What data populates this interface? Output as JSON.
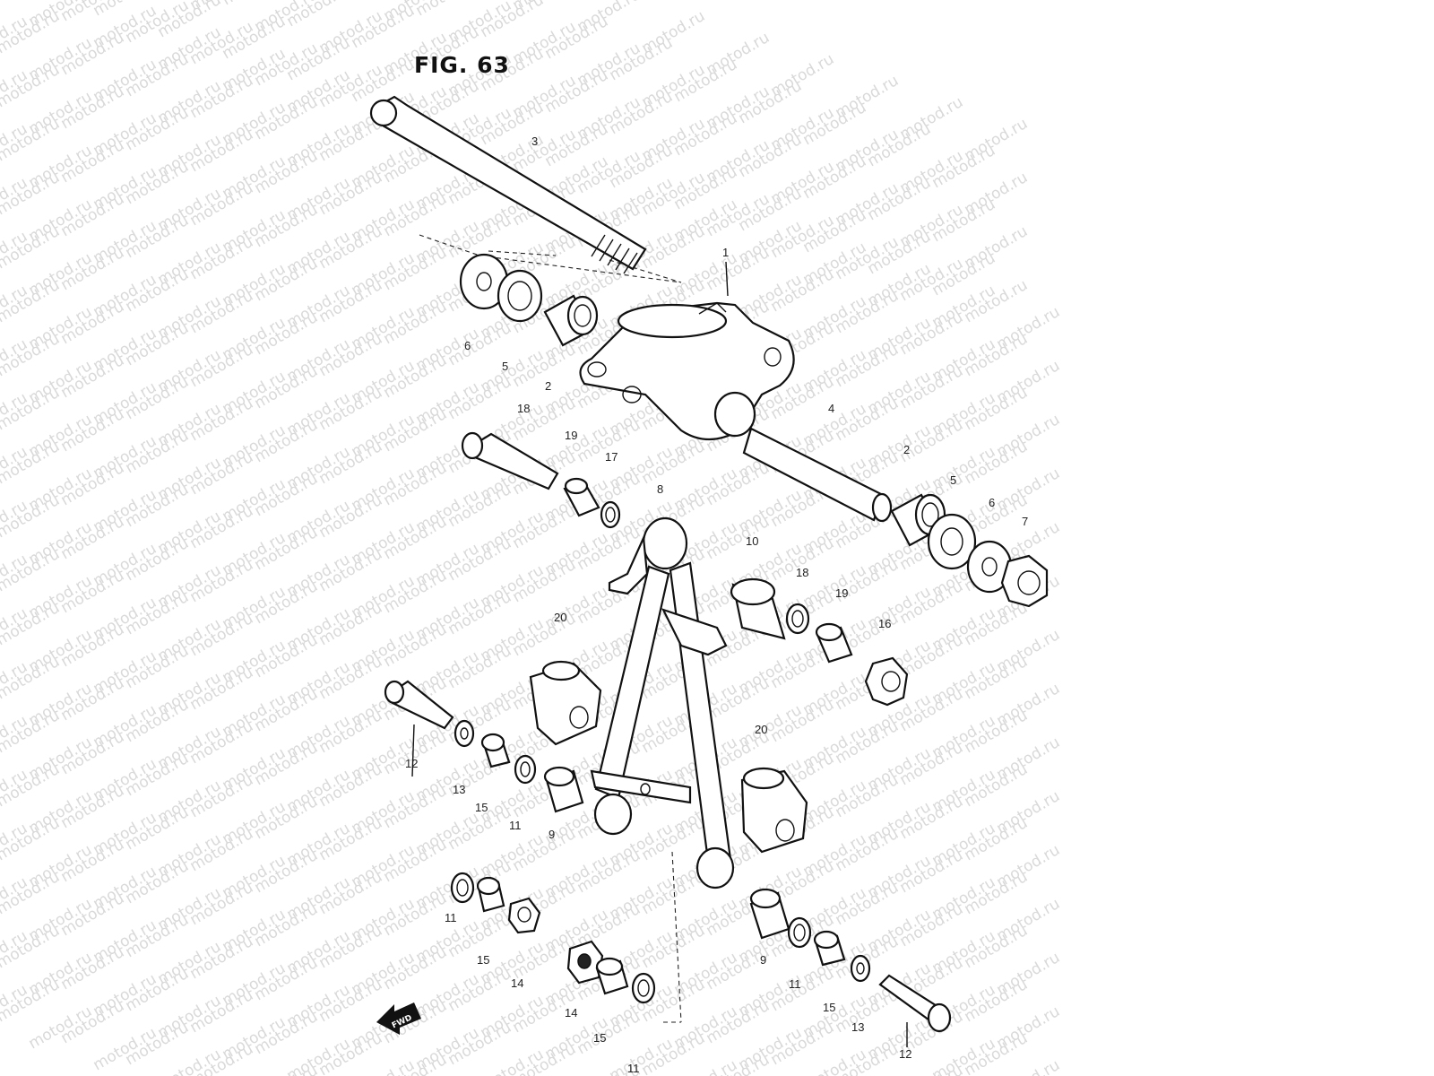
{
  "figure": {
    "title": "FIG. 63",
    "watermark_text": "motod.ru",
    "front_marker": "FWD"
  },
  "labels": [
    {
      "id": "1",
      "text": "1"
    },
    {
      "id": "2a",
      "text": "2"
    },
    {
      "id": "2b",
      "text": "2"
    },
    {
      "id": "3",
      "text": "3"
    },
    {
      "id": "4",
      "text": "4"
    },
    {
      "id": "5a",
      "text": "5"
    },
    {
      "id": "5b",
      "text": "5"
    },
    {
      "id": "6a",
      "text": "6"
    },
    {
      "id": "6b",
      "text": "6"
    },
    {
      "id": "7",
      "text": "7"
    },
    {
      "id": "8",
      "text": "8"
    },
    {
      "id": "9a",
      "text": "9"
    },
    {
      "id": "9b",
      "text": "9"
    },
    {
      "id": "10",
      "text": "10"
    },
    {
      "id": "11a",
      "text": "11"
    },
    {
      "id": "11b",
      "text": "11"
    },
    {
      "id": "11c",
      "text": "11"
    },
    {
      "id": "11d",
      "text": "11"
    },
    {
      "id": "12a",
      "text": "12"
    },
    {
      "id": "12b",
      "text": "12"
    },
    {
      "id": "13a",
      "text": "13"
    },
    {
      "id": "13b",
      "text": "13"
    },
    {
      "id": "14a",
      "text": "14"
    },
    {
      "id": "14b",
      "text": "14"
    },
    {
      "id": "15a",
      "text": "15"
    },
    {
      "id": "15b",
      "text": "15"
    },
    {
      "id": "15c",
      "text": "15"
    },
    {
      "id": "15d",
      "text": "15"
    },
    {
      "id": "16",
      "text": "16"
    },
    {
      "id": "17",
      "text": "17"
    },
    {
      "id": "18a",
      "text": "18"
    },
    {
      "id": "18b",
      "text": "18"
    },
    {
      "id": "19a",
      "text": "19"
    },
    {
      "id": "19b",
      "text": "19"
    },
    {
      "id": "20a",
      "text": "20"
    },
    {
      "id": "20b",
      "text": "20"
    }
  ]
}
